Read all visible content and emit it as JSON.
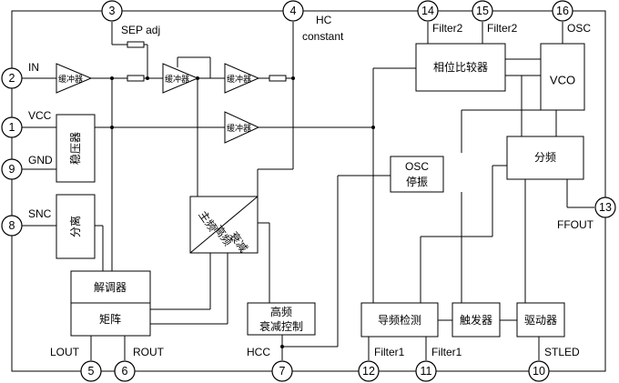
{
  "pins": [
    {
      "id": "pin-1",
      "number": "1",
      "label": "VCC"
    },
    {
      "id": "pin-2",
      "number": "2",
      "label": "IN"
    },
    {
      "id": "pin-3",
      "number": "3",
      "label": "SEP adj"
    },
    {
      "id": "pin-4",
      "number": "4",
      "label_line1": "HC",
      "label_line2": "constant"
    },
    {
      "id": "pin-5",
      "number": "5",
      "label": "LOUT"
    },
    {
      "id": "pin-6",
      "number": "6",
      "label": "ROUT"
    },
    {
      "id": "pin-7",
      "number": "7",
      "label": "HCC"
    },
    {
      "id": "pin-8",
      "number": "8",
      "label": "SNC"
    },
    {
      "id": "pin-9",
      "number": "9",
      "label": "GND"
    },
    {
      "id": "pin-10",
      "number": "10",
      "label": "STLED"
    },
    {
      "id": "pin-11",
      "number": "11",
      "label": "Filter1"
    },
    {
      "id": "pin-12",
      "number": "12",
      "label": "Filter1"
    },
    {
      "id": "pin-13",
      "number": "13",
      "label": "FFOUT"
    },
    {
      "id": "pin-14",
      "number": "14",
      "label": "Filter2"
    },
    {
      "id": "pin-15",
      "number": "15",
      "label": "Filter2"
    },
    {
      "id": "pin-16",
      "number": "16",
      "label": "OSC"
    }
  ],
  "blocks": {
    "regulator": "稳压器",
    "separator": "分离",
    "demodulator": "解调器",
    "matrix": "矩阵",
    "main_freq": "主频",
    "hf_atten_line1": "高频",
    "hf_atten_line2": "衰减",
    "hf_control_line1": "高频",
    "hf_control_line2": "衰减控制",
    "osc_stop_line1": "OSC",
    "osc_stop_line2": "停振",
    "phase_comparator": "相位比较器",
    "vco": "VCO",
    "divider": "分频",
    "pilot_detect": "导频检测",
    "trigger": "触发器",
    "driver": "驱动器",
    "buffer": "缓冲器"
  }
}
